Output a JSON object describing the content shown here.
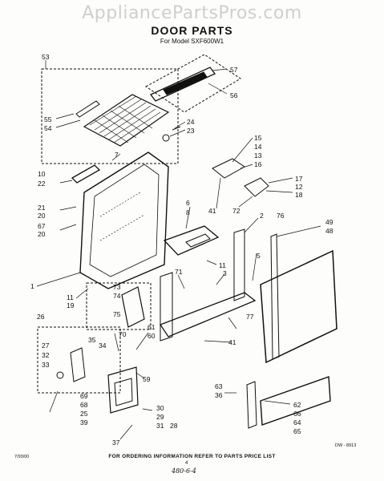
{
  "watermark": "AppliancePartsPros.com",
  "title": "DOOR PARTS",
  "subtitle": "For Model SXF600W1",
  "footer_note": "FOR ORDERING INFORMATION REFER TO PARTS PRICE LIST",
  "code_left": "7/93/00",
  "code_right": "DW - 8913",
  "page_mark": "4",
  "handwritten_note": "480-6-4",
  "callouts": [
    {
      "id": "53",
      "text": "53"
    },
    {
      "id": "57",
      "text": "57"
    },
    {
      "id": "56",
      "text": "56"
    },
    {
      "id": "55",
      "text": "55"
    },
    {
      "id": "54",
      "text": "54"
    },
    {
      "id": "24",
      "text": "24"
    },
    {
      "id": "23",
      "text": "23"
    },
    {
      "id": "7",
      "text": "7"
    },
    {
      "id": "15",
      "text": "15"
    },
    {
      "id": "14",
      "text": "14"
    },
    {
      "id": "13",
      "text": "13"
    },
    {
      "id": "16",
      "text": "16"
    },
    {
      "id": "10",
      "text": "10"
    },
    {
      "id": "22",
      "text": "22"
    },
    {
      "id": "17",
      "text": "17"
    },
    {
      "id": "12",
      "text": "12"
    },
    {
      "id": "18",
      "text": "18"
    },
    {
      "id": "21",
      "text": "21"
    },
    {
      "id": "20a",
      "text": "20"
    },
    {
      "id": "67",
      "text": "67"
    },
    {
      "id": "20b",
      "text": "20"
    },
    {
      "id": "41a",
      "text": "41"
    },
    {
      "id": "72",
      "text": "72"
    },
    {
      "id": "6",
      "text": "6"
    },
    {
      "id": "8",
      "text": "8"
    },
    {
      "id": "2",
      "text": "2"
    },
    {
      "id": "76",
      "text": "76"
    },
    {
      "id": "49",
      "text": "49"
    },
    {
      "id": "48",
      "text": "48"
    },
    {
      "id": "5",
      "text": "5"
    },
    {
      "id": "11a",
      "text": "11"
    },
    {
      "id": "3",
      "text": "3"
    },
    {
      "id": "71",
      "text": "71"
    },
    {
      "id": "1",
      "text": "1"
    },
    {
      "id": "73",
      "text": "73"
    },
    {
      "id": "74",
      "text": "74"
    },
    {
      "id": "11b",
      "text": "11"
    },
    {
      "id": "19",
      "text": "19"
    },
    {
      "id": "75",
      "text": "75"
    },
    {
      "id": "77",
      "text": "77"
    },
    {
      "id": "26",
      "text": "26"
    },
    {
      "id": "61",
      "text": "61"
    },
    {
      "id": "60",
      "text": "60"
    },
    {
      "id": "70",
      "text": "70"
    },
    {
      "id": "41b",
      "text": "41"
    },
    {
      "id": "27",
      "text": "27"
    },
    {
      "id": "35",
      "text": "35"
    },
    {
      "id": "32",
      "text": "32"
    },
    {
      "id": "34",
      "text": "34"
    },
    {
      "id": "33",
      "text": "33"
    },
    {
      "id": "59",
      "text": "59"
    },
    {
      "id": "63",
      "text": "63"
    },
    {
      "id": "36",
      "text": "36"
    },
    {
      "id": "69",
      "text": "69"
    },
    {
      "id": "68",
      "text": "68"
    },
    {
      "id": "25",
      "text": "25"
    },
    {
      "id": "39",
      "text": "39"
    },
    {
      "id": "30",
      "text": "30"
    },
    {
      "id": "29",
      "text": "29"
    },
    {
      "id": "31",
      "text": "31"
    },
    {
      "id": "37",
      "text": "37"
    },
    {
      "id": "28",
      "text": "28"
    },
    {
      "id": "62",
      "text": "62"
    },
    {
      "id": "66",
      "text": "66"
    },
    {
      "id": "64",
      "text": "64"
    },
    {
      "id": "65",
      "text": "65"
    }
  ]
}
